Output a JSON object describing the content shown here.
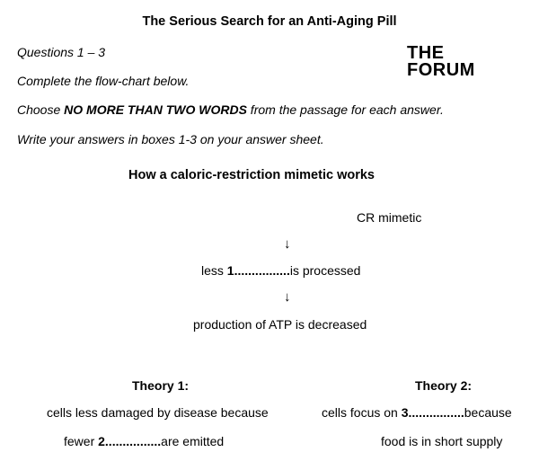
{
  "title": "The Serious Search for an Anti-Aging Pill",
  "logo": {
    "line1": "THE",
    "line2": "FORUM"
  },
  "instructions": {
    "questions": "Questions 1 – 3",
    "complete": "Complete the flow-chart below.",
    "choose_pre": "Choose ",
    "choose_bold": "NO MORE THAN TWO WORDS",
    "choose_post": " from the passage for each answer.",
    "write": "Write your answers in boxes 1-3 on your answer sheet."
  },
  "flowchart": {
    "heading": "How a caloric-restriction mimetic works",
    "step1": "CR mimetic",
    "arrow": "↓",
    "step2_pre": "less ",
    "step2_num": "1",
    "step2_blank": "................",
    "step2_post": "is processed",
    "step3": "production of ATP is decreased"
  },
  "theories": {
    "t1_heading": "Theory 1:",
    "t1_line1": "cells less damaged by disease because",
    "t1_line2_pre": "fewer ",
    "t1_num": "2",
    "t1_blank": "................",
    "t1_line2_post": "are emitted",
    "t2_heading": "Theory 2:",
    "t2_line1_pre": "cells focus on ",
    "t2_num": "3",
    "t2_blank": "................",
    "t2_line1_post": "because",
    "t2_line2": "food is in short supply"
  }
}
